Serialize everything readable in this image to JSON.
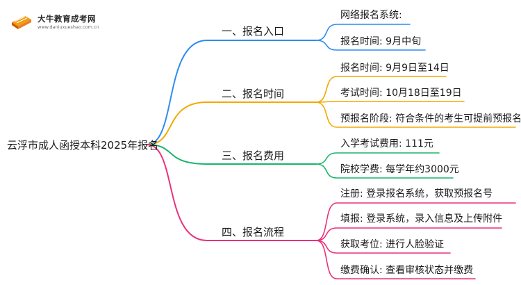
{
  "logo": {
    "name": "大牛教育成考网",
    "url": "www.daniuxueshao.com.cn"
  },
  "root": "云浮市成人函授本科2025年报名",
  "branches": [
    {
      "label": "一、报名入口",
      "color": "#2f8cf0",
      "items": [
        "网络报名系统:",
        "报名时间: 9月中旬"
      ]
    },
    {
      "label": "二、报名时间",
      "color": "#f2a900",
      "items": [
        "报名时间: 9月9日至14日",
        "考试时间: 10月18日至19日",
        "预报名阶段: 符合条件的考生可提前预报名"
      ]
    },
    {
      "label": "三、报名费用",
      "color": "#18b56b",
      "items": [
        "入学考试费用: 111元",
        "院校学费: 每学年约3000元"
      ]
    },
    {
      "label": "四、报名流程",
      "color": "#e8327a",
      "items": [
        "注册: 登录报名系统，获取预报名号",
        "填报: 登录系统，录入信息及上传附件",
        "获取考位: 进行人脸验证",
        "缴费确认: 查看审核状态并缴费"
      ]
    }
  ]
}
